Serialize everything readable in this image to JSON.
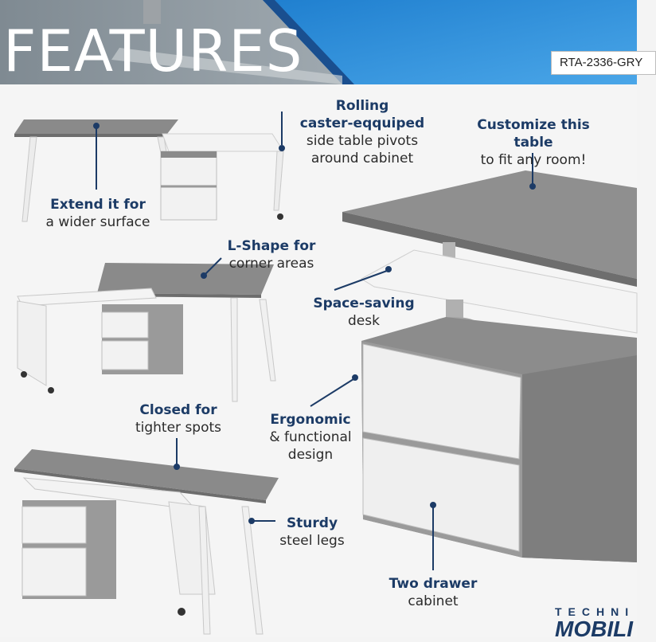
{
  "header": {
    "title": "FEATURES",
    "sku": "RTA-2336-GRY"
  },
  "callouts": {
    "rolling": {
      "l1": "Rolling",
      "l2": "caster-eqquiped",
      "l3": "side table pivots",
      "l4": "around cabinet"
    },
    "customize": {
      "l1": "Customize this table",
      "l2": "to fit any room!"
    },
    "extend": {
      "l1": "Extend it for",
      "l2": "a wider surface"
    },
    "lshape": {
      "l1": "L-Shape for",
      "l2": "corner areas"
    },
    "space": {
      "l1": "Space-saving",
      "l2": "desk"
    },
    "closed": {
      "l1": "Closed for",
      "l2": "tighter spots"
    },
    "ergonomic": {
      "l1": "Ergonomic",
      "l2": "& functional",
      "l3": "design"
    },
    "sturdy": {
      "l1": "Sturdy",
      "l2": "steel legs"
    },
    "drawer": {
      "l1": "Two drawer",
      "l2": "cabinet"
    }
  },
  "brand": {
    "top": "TECHNI",
    "bottom": "MOBILI"
  },
  "colors": {
    "accent": "#1c3b66",
    "wood": "#8a8a8a",
    "white_panel": "#f2f2f2",
    "header_blue": "#2e8fd6"
  }
}
